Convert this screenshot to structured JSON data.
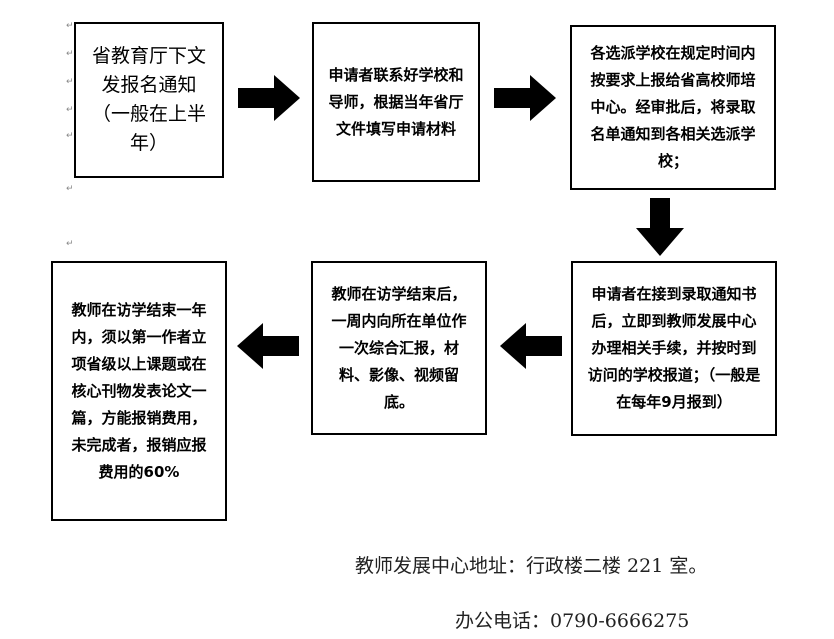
{
  "steps": [
    {
      "id": "step1",
      "text": "省教育厅下文发报名通知（一般在上半年）"
    },
    {
      "id": "step2",
      "text": "申请者联系好学校和导师，根据当年省厅文件填写申请材料"
    },
    {
      "id": "step3",
      "text": "各选派学校在规定时间内按要求上报给省高校师培中心。经审批后，将录取名单通知到各相关选派学校；"
    },
    {
      "id": "step4",
      "text": "申请者在接到录取通知书后，立即到教师发展中心办理相关手续，并按时到访问的学校报道；（一般是在每年9月报到）"
    },
    {
      "id": "step5",
      "text": "教师在访学结束后，一周内向所在单位作一次综合汇报，材料、影像、视频留底。"
    },
    {
      "id": "step6",
      "text": "教师在访学结束一年内，须以第一作者立项省级以上课题或在核心刊物发表论文一篇，方能报销费用，未完成者，报销应报费用的60%"
    }
  ],
  "footer": {
    "address": "教师发展中心地址：行政楼二楼 221 室。",
    "phone": "办公电话：0790-6666275"
  }
}
